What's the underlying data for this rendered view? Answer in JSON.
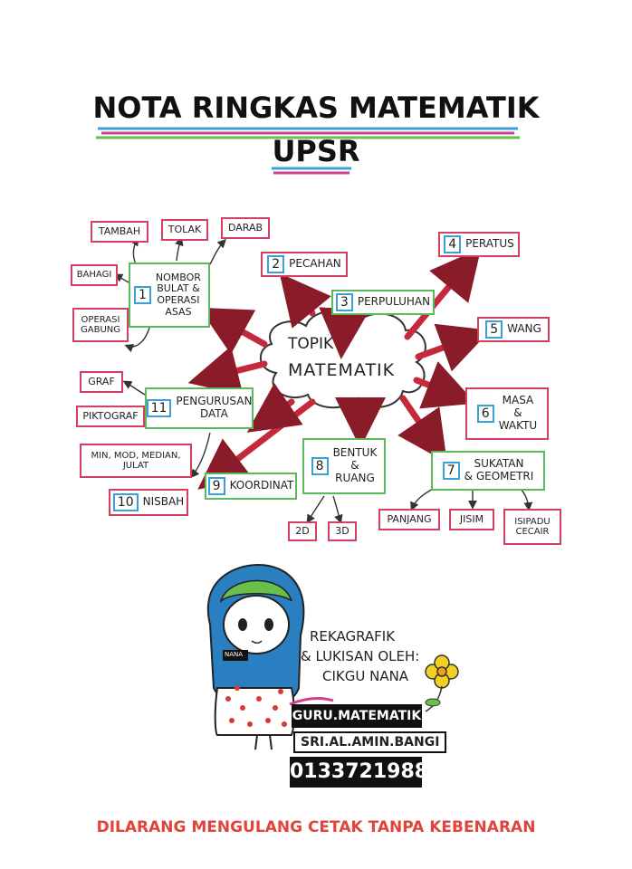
{
  "header": {
    "title_line1": "NOTA RINGKAS MATEMATIK",
    "title_line2": "UPSR"
  },
  "center": {
    "line1": "TOPIK",
    "line2": "MATEMATIK"
  },
  "topics": [
    {
      "num": "1",
      "label": "NOMBOR\nBULAT &\nOPERASI\nASAS"
    },
    {
      "num": "2",
      "label": "PECAHAN"
    },
    {
      "num": "3",
      "label": "PERPULUHAN"
    },
    {
      "num": "4",
      "label": "PERATUS"
    },
    {
      "num": "5",
      "label": "WANG"
    },
    {
      "num": "6",
      "label": "MASA\n&\nWAKTU"
    },
    {
      "num": "7",
      "label": "SUKATAN\n& GEOMETRI"
    },
    {
      "num": "8",
      "label": "BENTUK\n&\nRUANG"
    },
    {
      "num": "9",
      "label": "KOORDINAT"
    },
    {
      "num": "10",
      "label": "NISBAH"
    },
    {
      "num": "11",
      "label": "PENGURUSAN\nDATA"
    }
  ],
  "subtopics": {
    "tambah": "TAMBAH",
    "tolak": "TOLAK",
    "darab": "DARAB",
    "bahagi": "BAHAGI",
    "operasi_gabung": "OPERASI\nGABUNG",
    "graf": "GRAF",
    "piktograf": "PIKTOGRAF",
    "min_mod": "MIN, MOD, MEDIAN,\nJULAT",
    "panjang": "PANJANG",
    "jisim": "JISIM",
    "isipadu": "ISIPADU\nCECAIR",
    "d2": "2D",
    "d3": "3D"
  },
  "credit": {
    "line1": "REKAGRAFIK",
    "line2": "& LUKISAN OLEH:",
    "line3": "CIKGU NANA",
    "badge": "GURU.MATEMATIK",
    "school": "SRI.AL.AMIN.BANGI",
    "phone": "0133721988",
    "name_tag": "NANA"
  },
  "footer": "DILARANG MENGULANG CETAK TANPA KEBENARAN",
  "colors": {
    "arrow_red": "#c42a3c",
    "box_red": "#d44060",
    "box_green": "#5cb85c",
    "number_blue": "#3aa0d8",
    "footer_red": "#e0443a",
    "hijab_blue": "#2a7fc0",
    "hijab_green": "#6abf4b"
  }
}
